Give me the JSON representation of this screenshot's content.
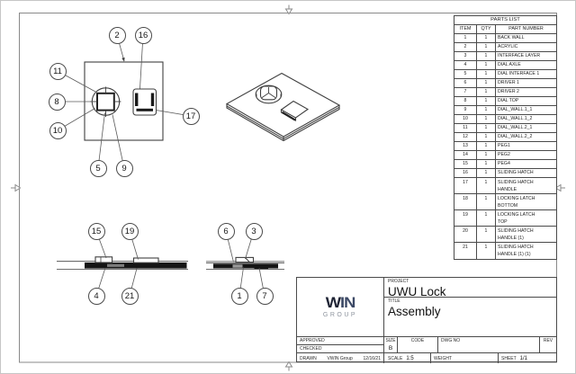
{
  "drawing": {
    "parts_list": {
      "title": "PARTS LIST",
      "columns": {
        "item": "ITEM",
        "qty": "QTY",
        "part": "PART NUMBER"
      },
      "rows": [
        {
          "item": "1",
          "qty": "1",
          "part": "BACK WALL"
        },
        {
          "item": "2",
          "qty": "1",
          "part": "ACRYLIC"
        },
        {
          "item": "3",
          "qty": "1",
          "part": "INTERFACE LAYER"
        },
        {
          "item": "4",
          "qty": "1",
          "part": "DIAL AXLE"
        },
        {
          "item": "5",
          "qty": "1",
          "part": "DIAL INTERFACE 1"
        },
        {
          "item": "6",
          "qty": "1",
          "part": "DRIVER 1"
        },
        {
          "item": "7",
          "qty": "1",
          "part": "DRIVER 2"
        },
        {
          "item": "8",
          "qty": "1",
          "part": "DIAL TOP"
        },
        {
          "item": "9",
          "qty": "1",
          "part": "DIAL_WALL.1_1"
        },
        {
          "item": "10",
          "qty": "1",
          "part": "DIAL_WALL.1_2"
        },
        {
          "item": "11",
          "qty": "1",
          "part": "DIAL_WALL.2_1"
        },
        {
          "item": "12",
          "qty": "1",
          "part": "DIAL_WALL.2_2"
        },
        {
          "item": "13",
          "qty": "1",
          "part": "PEG1"
        },
        {
          "item": "14",
          "qty": "1",
          "part": "PEG2"
        },
        {
          "item": "15",
          "qty": "1",
          "part": "PEG4"
        },
        {
          "item": "16",
          "qty": "1",
          "part": "SLIDING HATCH"
        },
        {
          "item": "17",
          "qty": "1",
          "part": "SLIDING HATCH\nHANDLE"
        },
        {
          "item": "18",
          "qty": "1",
          "part": "LOCKING LATCH\nBOTTOM"
        },
        {
          "item": "19",
          "qty": "1",
          "part": "LOCKING LATCH\nTOP"
        },
        {
          "item": "20",
          "qty": "1",
          "part": "SLIDING HATCH\nHANDLE (1)"
        },
        {
          "item": "21",
          "qty": "1",
          "part": "SLIDING HATCH\nHANDLE (1) (1)"
        }
      ]
    },
    "callouts": {
      "front_view": [
        "2",
        "16",
        "11",
        "8",
        "10",
        "5",
        "9",
        "17"
      ],
      "section_left": [
        "15",
        "19",
        "4",
        "21"
      ],
      "section_right": [
        "6",
        "3",
        "1",
        "7"
      ]
    },
    "title_block": {
      "project_label": "PROJECT",
      "project": "UWU Lock",
      "title_label": "TITLE",
      "title": "Assembly",
      "approved_label": "APPROVED",
      "checked_label": "CHECKED",
      "drawn_label": "DRAWN",
      "drawn_by": "VWIN Group",
      "drawn_date": "12/16/21",
      "size_label": "SIZE",
      "size": "B",
      "code_label": "CODE",
      "dwg_no_label": "DWG NO",
      "rev_label": "REV",
      "scale_label": "SCALE",
      "scale": "1:5",
      "weight_label": "WEIGHT",
      "sheet_label": "SHEET",
      "sheet": "1/1",
      "logo": {
        "part1": "W",
        "part2": "IN",
        "subtitle": "GROUP"
      }
    },
    "colors": {
      "line": "#3f3f3f",
      "logo_dark": "#1f2435",
      "logo_navy": "#3c4966",
      "logo_gray": "#8e949e"
    }
  }
}
